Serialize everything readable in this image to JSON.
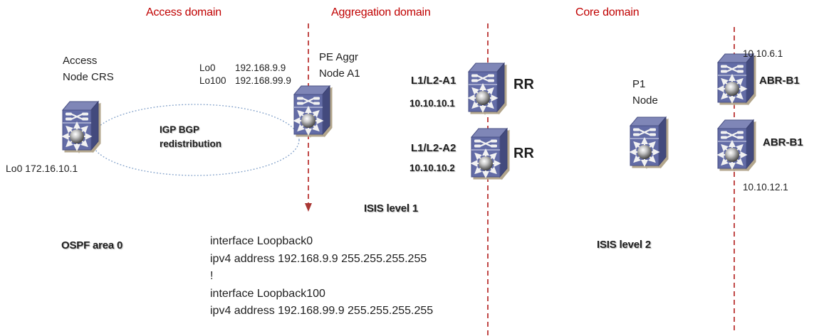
{
  "domains": {
    "access": "Access domain",
    "aggregation": "Aggregation domain",
    "core": "Core domain"
  },
  "zones": {
    "ospf": "OSPF area 0",
    "isis_level1": "ISIS level 1",
    "isis_level2": "ISIS level 2"
  },
  "ellipse_annotation": {
    "line1": "IGP BGP",
    "line2": "redistribution"
  },
  "nodes": {
    "access_crs": {
      "name1": "Access",
      "name2": "Node CRS",
      "loopback": "Lo0 172.16.10.1"
    },
    "pe_aggr": {
      "name1": "PE Aggr",
      "name2": "Node A1",
      "loopbacks": [
        {
          "if": "Lo0",
          "ip": "192.168.9.9"
        },
        {
          "if": "Lo100",
          "ip": "192.168.99.9"
        }
      ]
    },
    "rr_a1": {
      "name": "L1/L2-A1",
      "ip": "10.10.10.1",
      "role": "RR"
    },
    "rr_a2": {
      "name": "L1/L2-A2",
      "ip": "10.10.10.2",
      "role": "RR"
    },
    "p1": {
      "name1": "P1",
      "name2": "Node"
    },
    "abr_top": {
      "name": "ABR-B1",
      "ip": "10.10.6.1"
    },
    "abr_bottom": {
      "name": "ABR-B1",
      "ip": "10.10.12.1"
    }
  },
  "config_block": {
    "lines": [
      "interface Loopback0",
      "ipv4 address 192.168.9.9 255.255.255.255",
      "!",
      "interface Loopback100",
      "ipv4 address 192.168.99.9 255.255.255.255"
    ]
  },
  "icons": {
    "router": "multilayer-switch-3d-icon"
  },
  "colors": {
    "domain_header": "#c00000",
    "boundary_line": "#c14847",
    "boundary_arrow": "#a93734",
    "ellipse_border": "#7e9ec8",
    "node_front": "#636ca6",
    "node_top": "#7f86b7",
    "node_side": "#434a7d",
    "node_shadow": "#b3a68c",
    "text": "#1f1f1f"
  }
}
